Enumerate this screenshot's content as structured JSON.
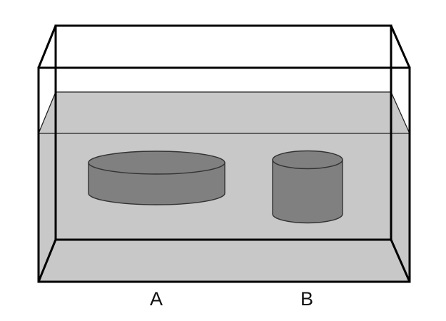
{
  "objects": [
    {
      "id": "A",
      "label": "A",
      "shape": "wide short cylinder"
    },
    {
      "id": "B",
      "label": "B",
      "shape": "narrow tall cylinder"
    }
  ],
  "colors": {
    "outline": "#000000",
    "water": "#c8c8c8",
    "cylinder_fill": "#808080",
    "cylinder_stroke": "#333333"
  }
}
